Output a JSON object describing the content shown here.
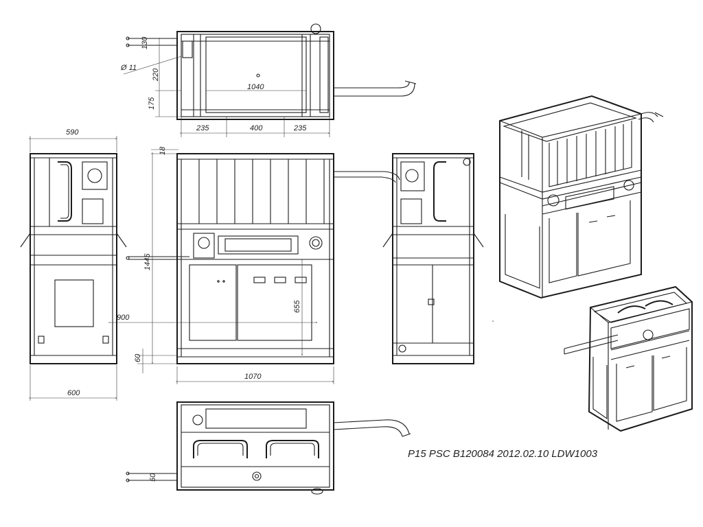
{
  "caption": "P15 PSC B120084 2012.02.10 LDW1003",
  "dimensions": {
    "top_view": {
      "d1": "130",
      "d2": "Ø 11",
      "d3": "220",
      "d4": "1040",
      "d5": "175",
      "d6": "235",
      "d7": "400",
      "d8": "235"
    },
    "side_left": {
      "w_top": "590",
      "w_bottom": "600"
    },
    "front": {
      "h_top": "18",
      "h_total": "1445",
      "h_door": "655",
      "h_base": "60",
      "w_total": "1070",
      "x_pipe": "900"
    },
    "bottom_view": {
      "d1": "50"
    }
  }
}
